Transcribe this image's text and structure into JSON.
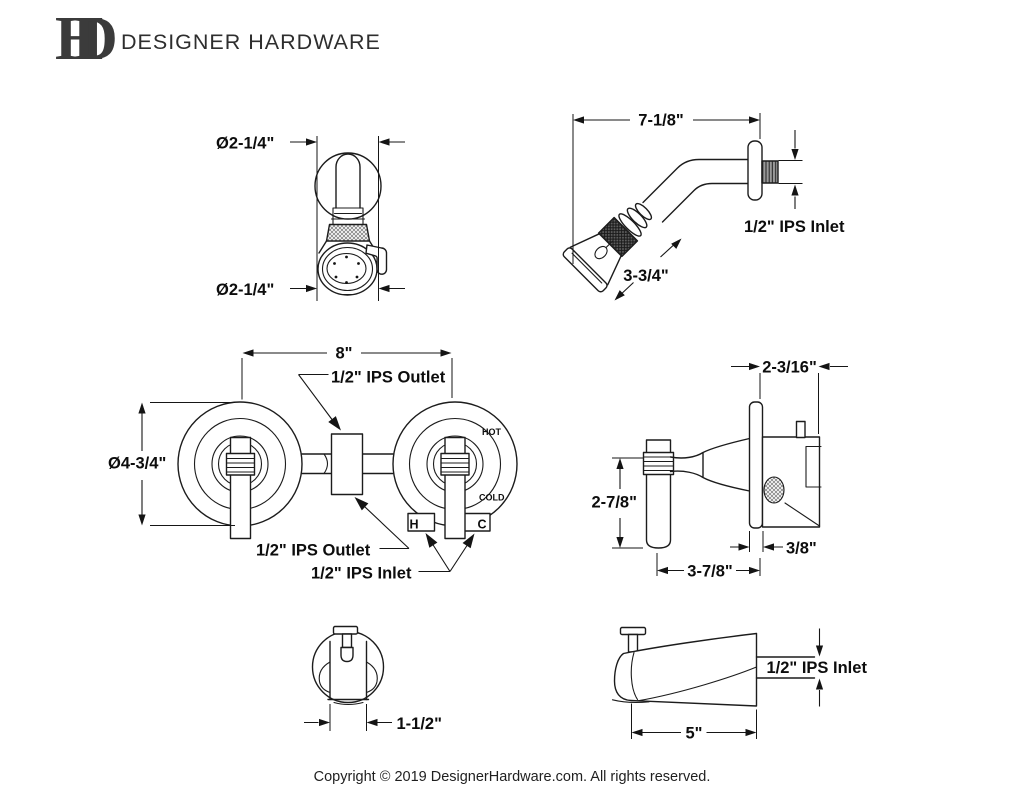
{
  "header": {
    "monogram_d": "D",
    "monogram_h": "H",
    "brand": "DESIGNER HARDWARE"
  },
  "figures": {
    "showerhead_front": {
      "dim_top_diameter": "Ø2-1/4\"",
      "dim_face_diameter": "Ø2-1/4\""
    },
    "showerhead_side": {
      "dim_arm_length": "7-1/8\"",
      "dim_head_length": "3-3/4\"",
      "label_inlet": "1/2\" IPS Inlet"
    },
    "valve_front": {
      "dim_center_spacing": "8\"",
      "label_outlet_top": "1/2\" IPS Outlet",
      "dim_escutcheon_diameter": "Ø4-3/4\"",
      "label_outlet_bottom": "1/2\" IPS Outlet",
      "label_inlet": "1/2\" IPS Inlet",
      "label_hot": "HOT",
      "label_cold": "COLD",
      "label_hot_port": "H",
      "label_cold_port": "C"
    },
    "valve_side": {
      "dim_body_depth": "2-3/16\"",
      "dim_handle_height": "2-7/8\"",
      "dim_plate_depth": "3/8\"",
      "dim_total_depth": "3-7/8\""
    },
    "spout_front": {
      "dim_width": "1-1/2\""
    },
    "spout_side": {
      "dim_length": "5\"",
      "label_inlet": "1/2\" IPS Inlet"
    }
  },
  "footer": {
    "copyright": "Copyright © 2019 DesignerHardware.com. All rights reserved."
  },
  "colors": {
    "line": "#1c1c1c",
    "text": "#0d0d0d",
    "logo": "#3b3b3b"
  }
}
